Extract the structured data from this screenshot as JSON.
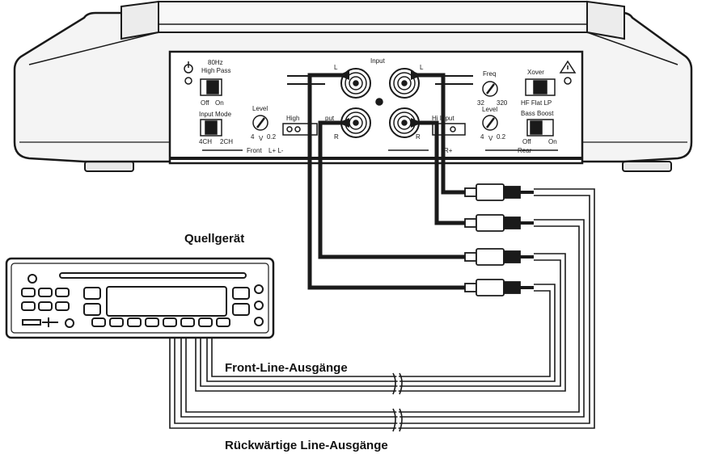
{
  "amplifier": {
    "input_label": "Input",
    "high_pass_freq": "80Hz",
    "high_pass_label": "High Pass",
    "off_label": "Off",
    "on_label": "On",
    "input_mode_label": "Input Mode",
    "mode_4ch": "4CH",
    "mode_2ch": "2CH",
    "level_label": "Level",
    "level_min": "4",
    "level_mid": "V",
    "level_max": "0.2",
    "high_input_label": "High",
    "high_input_suffix": "put",
    "front_label": "Front",
    "front_channels": "L+ L-",
    "left": "L",
    "right": "R",
    "freq_label": "Freq",
    "freq_min": "32",
    "freq_max": "320",
    "xover_label": "Xover",
    "xover_options": "HF Flat LP",
    "bass_boost_label": "Bass Boost",
    "bass_off": "Off",
    "bass_on": "On",
    "rear_high_input": "Hi Input",
    "rear_label": "Rear",
    "rear_channels": "R+"
  },
  "source_unit_label": "Quellgerät",
  "front_outputs_label": "Front-Line-Ausgänge",
  "rear_outputs_label": "Rückwärtige Line-Ausgänge",
  "colors": {
    "line": "#1a1a1a",
    "body": "#f2f2f2",
    "panel": "#ffffff"
  }
}
